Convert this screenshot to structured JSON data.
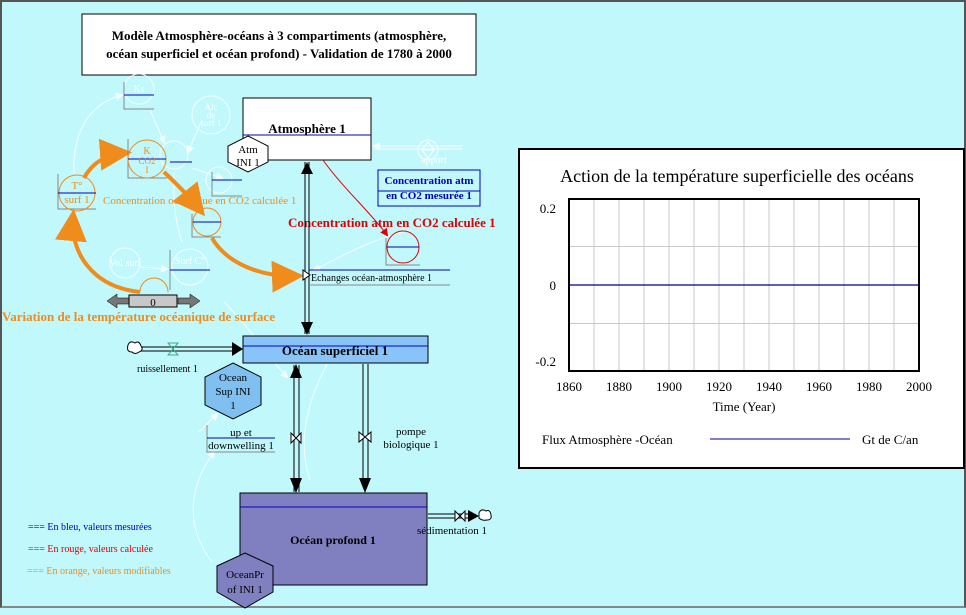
{
  "title_lines": [
    "Modèle Atmosphère-océans à 3 compartiments (atmosphère,",
    "océan superficiel et océan profond) - Validation de 1780 à 2000"
  ],
  "stocks": {
    "atmosphere": "Atmosphère 1",
    "ocean_superficiel": "Océan superficiel 1",
    "ocean_profond": "Océan profond 1"
  },
  "initials": {
    "atm_ini": [
      "Atm",
      "INI 1"
    ],
    "ocean_sup_ini": [
      "Ocean",
      "Sup INI",
      "1"
    ],
    "ocean_pr_ini": [
      "OceanPr",
      "of INI 1"
    ]
  },
  "flows": {
    "echanges": "Echanges océan-atmosphère 1",
    "ruissellement": "ruissellement 1",
    "up_downwelling": [
      "up et",
      "downwelling 1"
    ],
    "pompe": [
      "pompe",
      "biologique 1"
    ],
    "sedimentation": "sédimentation 1",
    "apport": "apport"
  },
  "variables": {
    "conc_atm_mesuree": [
      "Concentration atm",
      "en CO2 mesurée 1"
    ],
    "conc_atm_calculee": "Concentration atm en CO2 calculée 1",
    "conc_oceanique": "Concentration océanique en CO2 calculée 1",
    "variation_temp": "Variation de la température océanique de surface",
    "t_surf": [
      "T°",
      "surf 1"
    ],
    "k_co2": [
      "K",
      "CO2",
      "I"
    ],
    "ks": "Ks",
    "alc": [
      "Alc",
      "de",
      "surf 1"
    ],
    "vol_surf": "Vol surf",
    "surf_c": [
      "Surf C°",
      "1"
    ]
  },
  "slider": {
    "value": "0"
  },
  "legend": {
    "blue": "=== En bleu, valeurs mesurées",
    "red": "=== En rouge, valeurs calculée",
    "orange": "=== En orange, valeurs modifiables"
  },
  "colors": {
    "measured": "#0000c0",
    "calculated": "#e00000",
    "modifiable": "#f08c1c",
    "ocean_sup": "#88c4f8",
    "ocean_prof": "#8080c0"
  },
  "chart_data": {
    "type": "line",
    "title": "Action de la température superficielle des océans",
    "xlabel": "Time (Year)",
    "ylabel": "",
    "xlim": [
      1860,
      2000
    ],
    "ylim": [
      -0.2,
      0.2
    ],
    "x_ticks": [
      "1860",
      "1880",
      "1900",
      "1920",
      "1940",
      "1960",
      "1980",
      "2000"
    ],
    "y_ticks": [
      "0.2",
      "0",
      "-0.2"
    ],
    "grid": true,
    "series": [
      {
        "name": "Flux Atmosphère -Océan",
        "unit": "Gt de C/an",
        "color": "#000090",
        "x": [
          1860,
          2000
        ],
        "y": [
          0,
          0
        ]
      }
    ]
  }
}
